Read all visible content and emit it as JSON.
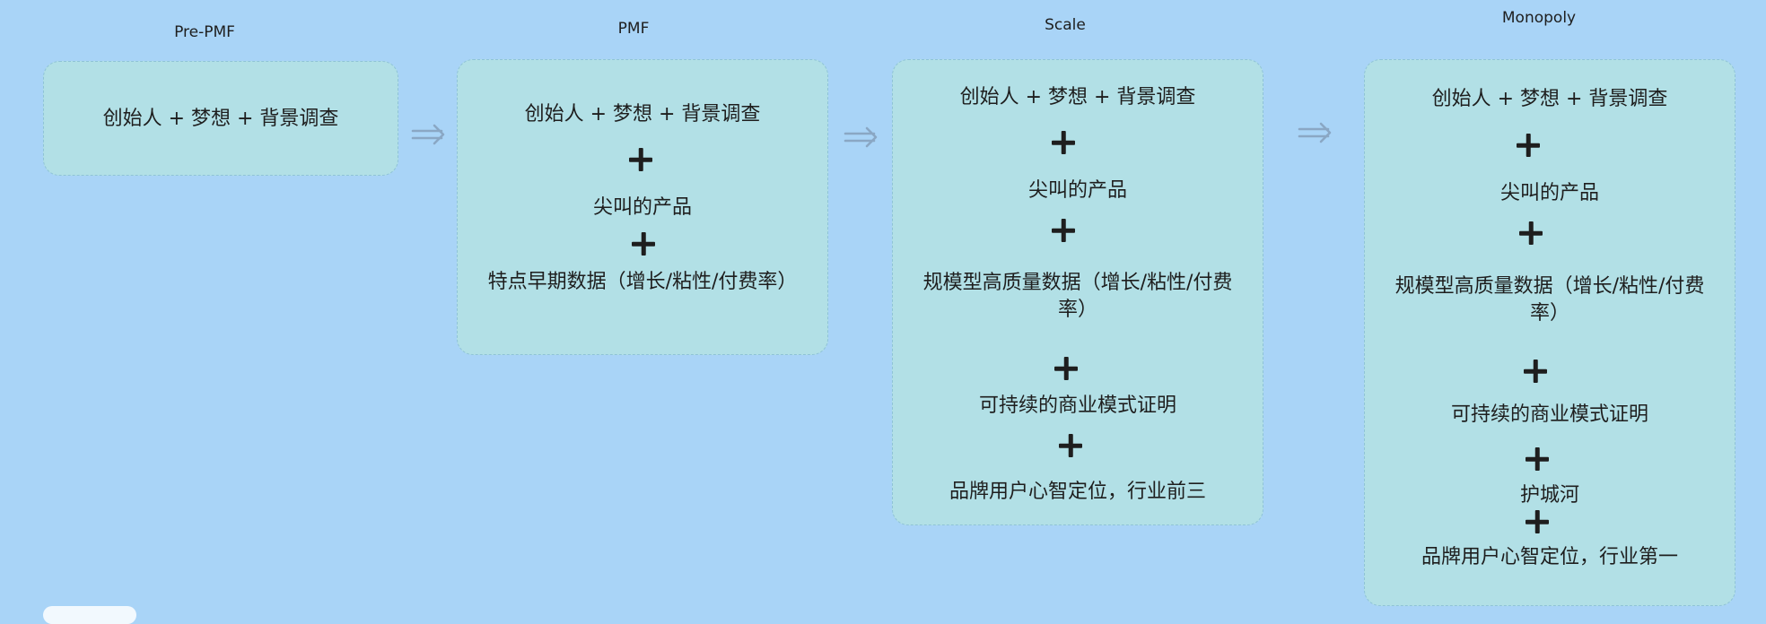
{
  "stages": [
    {
      "title": "Pre-PMF",
      "items": [
        "创始人 + 梦想 + 背景调查"
      ]
    },
    {
      "title": "PMF",
      "items": [
        "创始人 + 梦想 + 背景调查",
        "尖叫的产品",
        "特点早期数据（增长/粘性/付费率）"
      ]
    },
    {
      "title": "Scale",
      "items": [
        "创始人 + 梦想 + 背景调查",
        "尖叫的产品",
        "规模型高质量数据（增长/粘性/付费率）",
        "可持续的商业模式证明",
        "品牌用户心智定位，行业前三"
      ]
    },
    {
      "title": "Monopoly",
      "items": [
        "创始人 + 梦想 + 背景调查",
        "尖叫的产品",
        "规模型高质量数据（增长/粘性/付费率）",
        "可持续的商业模式证明",
        "护城河",
        "品牌用户心智定位，行业第一"
      ]
    }
  ],
  "icons": {
    "connector": "double-arrow-right-icon",
    "join": "plus-icon"
  },
  "colors": {
    "background": "#a9d4f7",
    "card_fill": "#b2e0e6",
    "card_border": "#8fc3d6",
    "text": "#1e1e1e",
    "arrow": "#8aa7c4"
  }
}
